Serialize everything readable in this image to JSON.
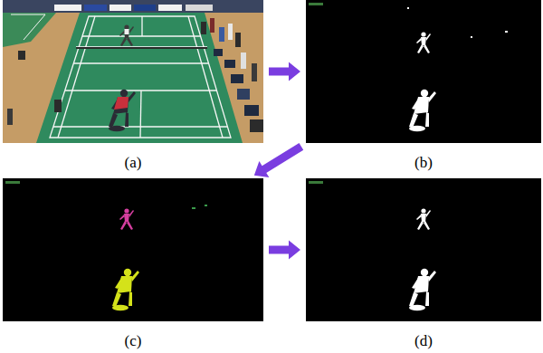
{
  "diagram": {
    "nodes": [
      {
        "text": [
          "(a)"
        ]
      },
      {
        "text": [
          "(b)"
        ]
      },
      {
        "text": [
          "(c)"
        ]
      },
      {
        "text": [
          "(d)"
        ]
      }
    ],
    "edges": [
      {
        "from": 0,
        "to": 1,
        "arrow": "to"
      },
      {
        "from": 1,
        "to": 2,
        "arrow": "to"
      },
      {
        "from": 2,
        "to": 3,
        "arrow": "to"
      }
    ]
  }
}
